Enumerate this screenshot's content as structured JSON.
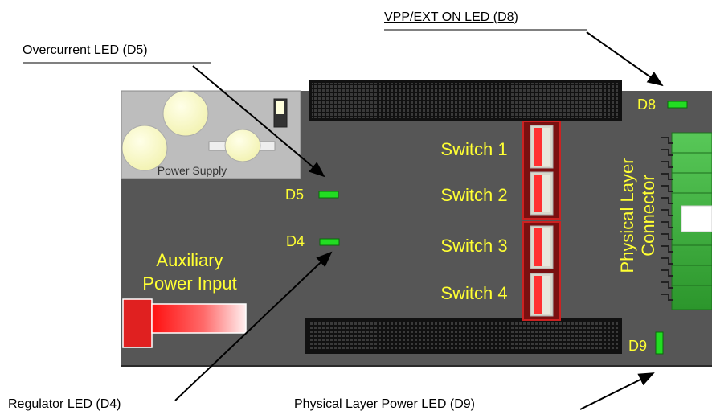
{
  "callouts": {
    "vpp_ext_led": "VPP/EXT ON LED (D8)",
    "overcurrent_led": "Overcurrent LED (D5)",
    "regulator_led": "Regulator LED (D4)",
    "phy_power_led": "Physical Layer Power LED (D9)"
  },
  "board": {
    "power_supply_label": "Power Supply",
    "aux_power_label_line1": "Auxiliary",
    "aux_power_label_line2": "Power Input",
    "d5_label": "D5",
    "d4_label": "D4",
    "d8_label": "D8",
    "d9_label": "D9",
    "switch1_label": "Switch 1",
    "switch2_label": "Switch 2",
    "switch3_label": "Switch 3",
    "switch4_label": "Switch 4",
    "connector_label_line1": "Physical Layer",
    "connector_label_line2": "Connector"
  },
  "colors": {
    "board": "#565656",
    "label_yellow": "#ffff33",
    "led_green": "#22dd22",
    "header_black": "#151515",
    "switch_red": "#cc2222",
    "connector_green": "#3fb33f"
  }
}
